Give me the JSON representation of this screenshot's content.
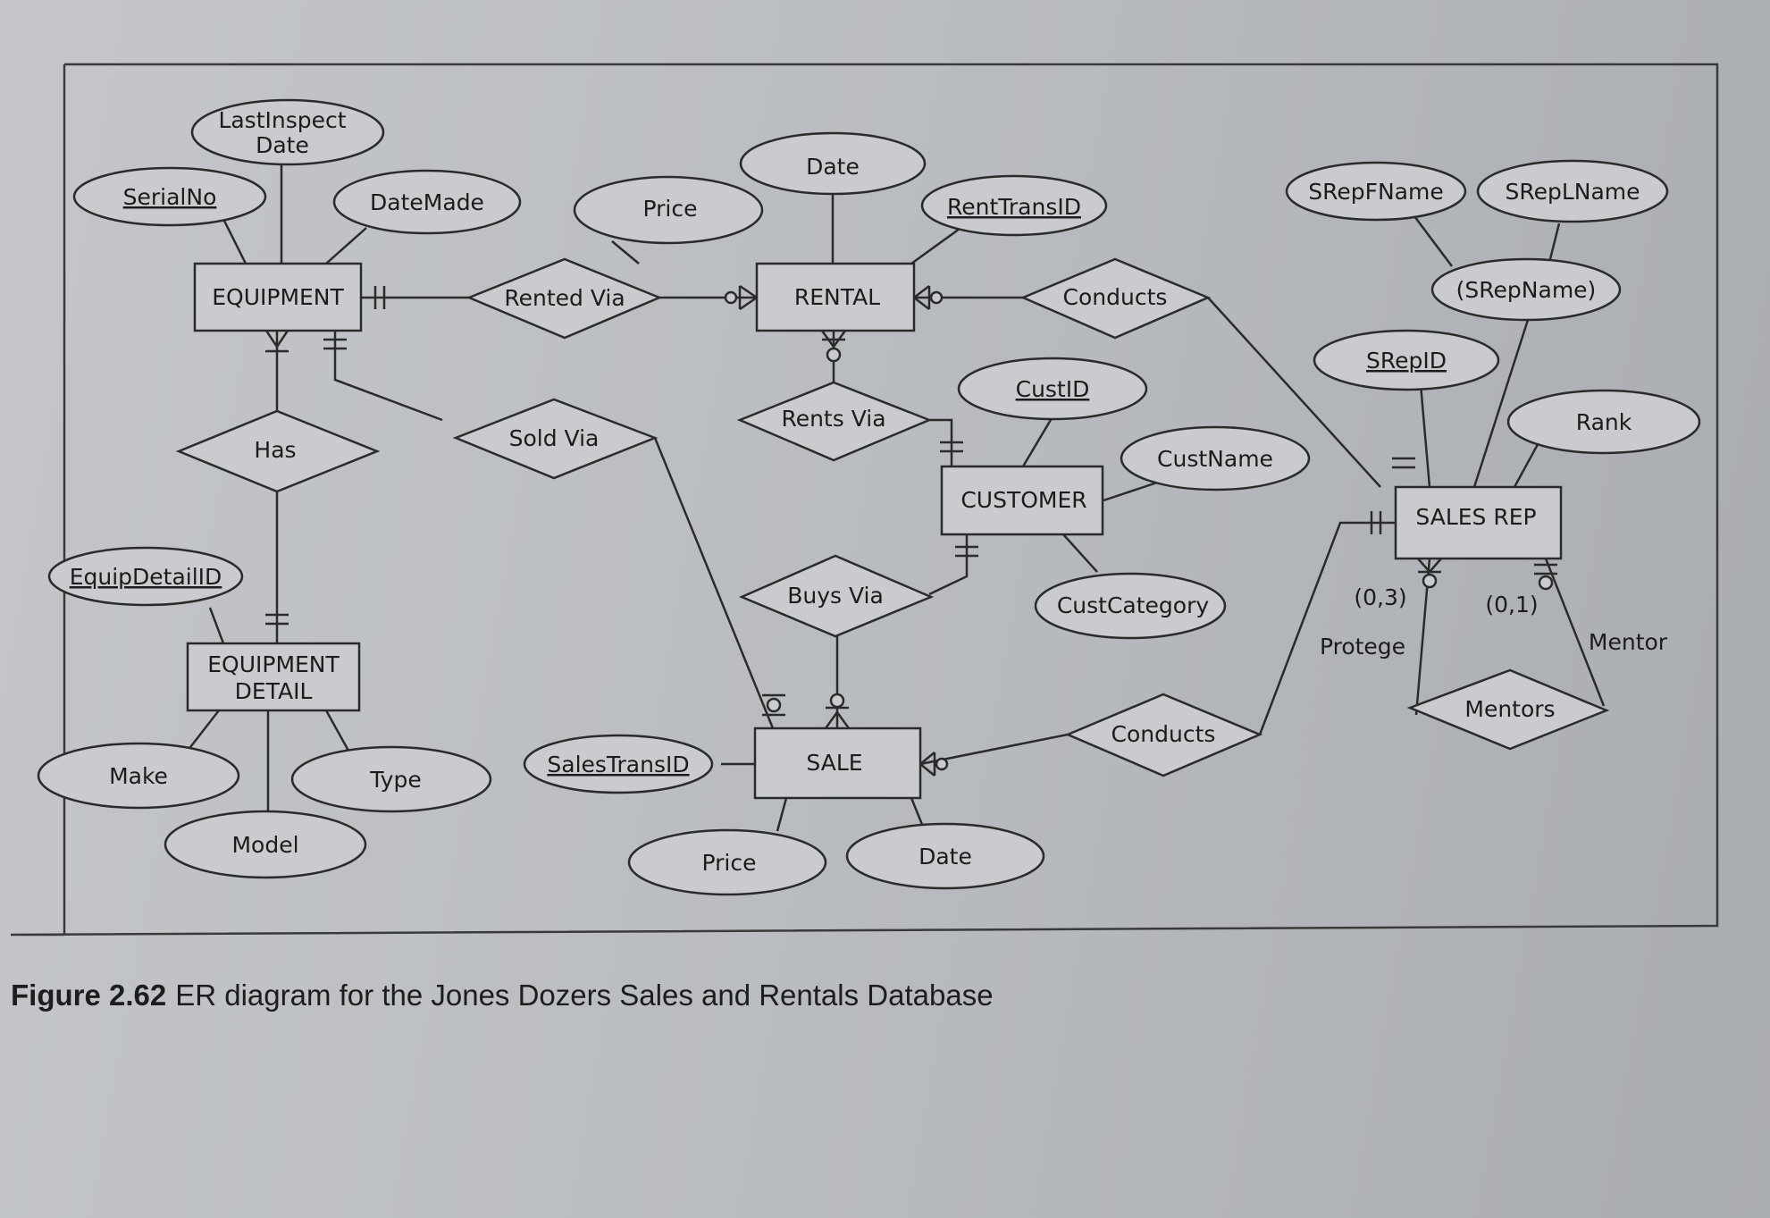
{
  "caption": {
    "figure_label": "Figure 2.62",
    "text": "ER diagram for the Jones Dozers Sales and Rentals Database"
  },
  "entities": {
    "equipment": "EQUIPMENT",
    "equipment_detail_1": "EQUIPMENT",
    "equipment_detail_2": "DETAIL",
    "rental": "RENTAL",
    "customer": "CUSTOMER",
    "sale": "SALE",
    "sales_rep": "SALES REP"
  },
  "relationships": {
    "rented_via": "Rented Via",
    "has": "Has",
    "sold_via": "Sold Via",
    "rents_via": "Rents Via",
    "buys_via": "Buys Via",
    "conducts_rental": "Conducts",
    "conducts_sale": "Conducts",
    "mentors": "Mentors"
  },
  "attributes": {
    "last_inspect_1": "LastInspect",
    "last_inspect_2": "Date",
    "serial_no": "SerialNo",
    "date_made": "DateMade",
    "rental_price": "Price",
    "rental_date": "Date",
    "rent_trans_id": "RentTransID",
    "srep_fname": "SRepFName",
    "srep_lname": "SRepLName",
    "srep_name": "(SRepName)",
    "srep_id": "SRepID",
    "rank": "Rank",
    "cust_id": "CustID",
    "cust_name": "CustName",
    "cust_category": "CustCategory",
    "equip_detail_id": "EquipDetailID",
    "make": "Make",
    "type": "Type",
    "model": "Model",
    "sales_trans_id": "SalesTransID",
    "sale_price": "Price",
    "sale_date": "Date"
  },
  "role_labels": {
    "protege_card": "(0,3)",
    "mentor_card": "(0,1)",
    "protege": "Protege",
    "mentor": "Mentor"
  }
}
